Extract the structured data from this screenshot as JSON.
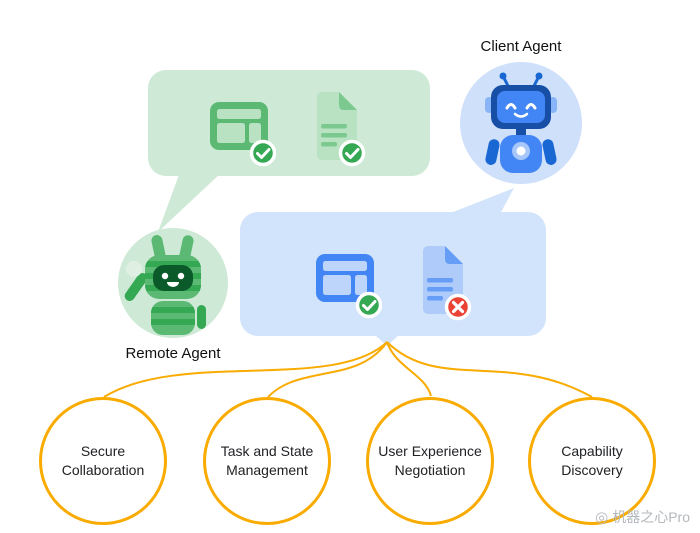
{
  "agents": {
    "client": "Client Agent",
    "remote": "Remote Agent"
  },
  "features": [
    {
      "label": "Secure Collaboration"
    },
    {
      "label": "Task and State Management"
    },
    {
      "label": "User Experience Negotiation"
    },
    {
      "label": "Capability Discovery"
    }
  ],
  "watermark": {
    "text": "机器之心Pro"
  },
  "colors": {
    "remote_bubble_green": "#ceead6",
    "client_bubble_blue": "#d2e3fc",
    "connector_yellow": "#f9ab00",
    "success_green": "#34a853",
    "error_red": "#ea4335"
  },
  "icons": {
    "green_bubble": [
      "table-check-icon",
      "document-check-icon"
    ],
    "blue_bubble": [
      "table-check-icon",
      "document-error-icon"
    ],
    "badges": [
      "check-badge-icon",
      "error-badge-icon"
    ]
  }
}
